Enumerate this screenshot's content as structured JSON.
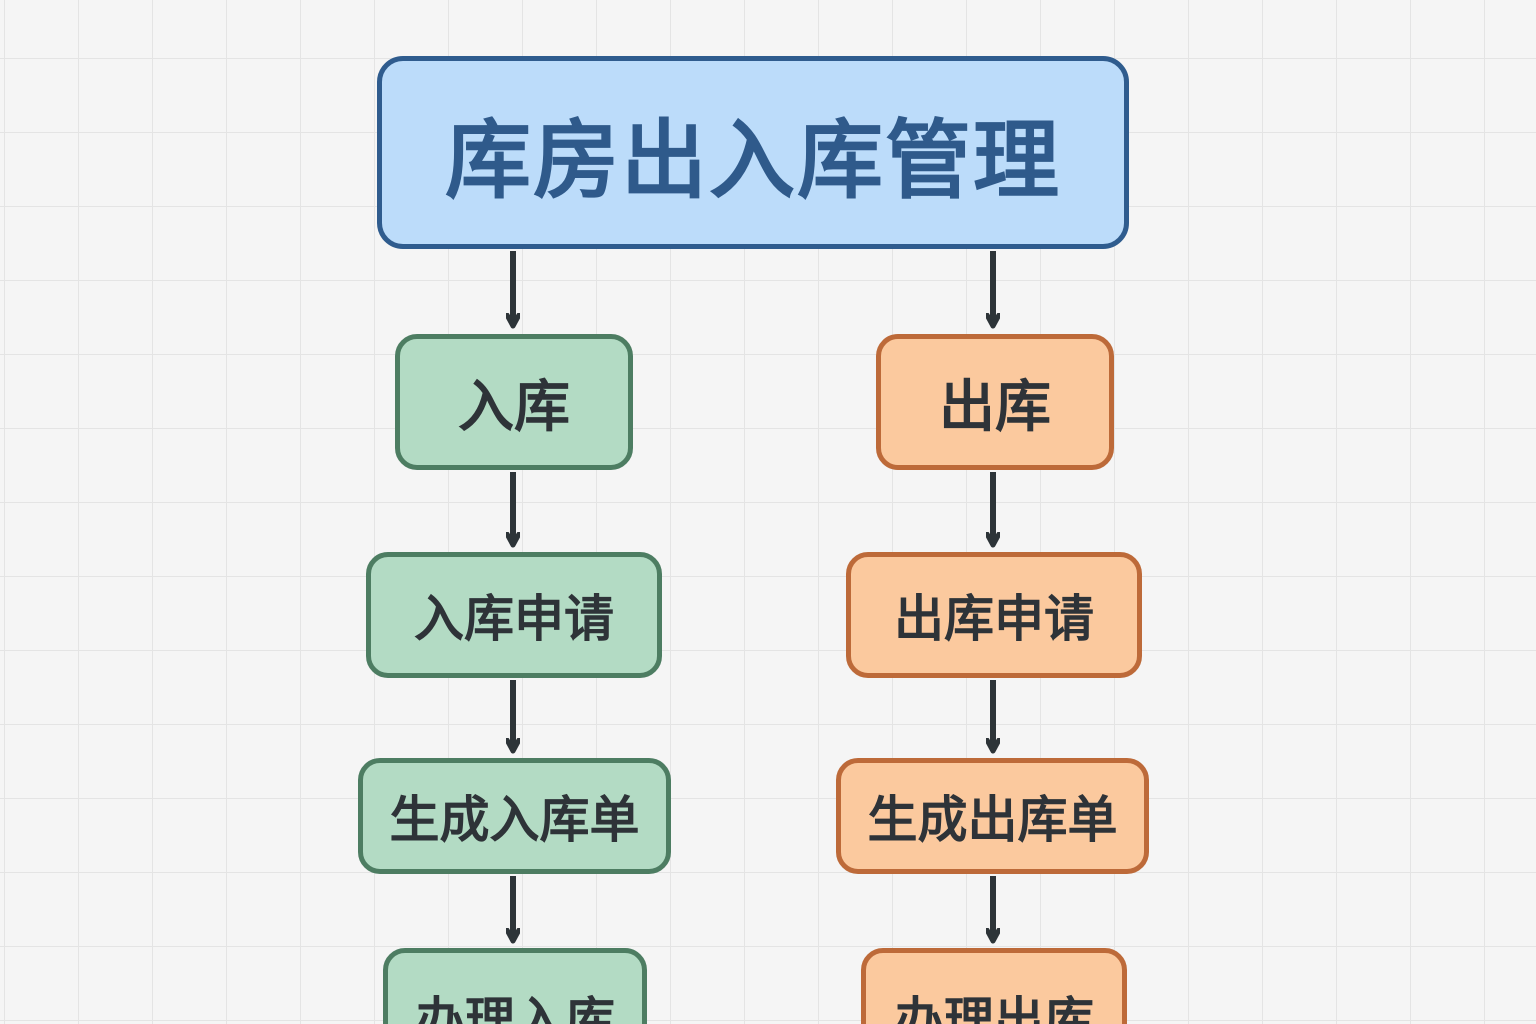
{
  "title": "库房出入库管理",
  "inbound": {
    "head": "入库",
    "steps": [
      "入库申请",
      "生成入库单",
      "办理入库"
    ]
  },
  "outbound": {
    "head": "出库",
    "steps": [
      "出库申请",
      "生成出库单",
      "办理出库"
    ]
  },
  "colors": {
    "root_fill": "#bcdcfa",
    "root_border": "#2f5c8e",
    "root_text": "#2f5a8b",
    "inbound_fill": "#b3dbc4",
    "inbound_border": "#4d7d62",
    "outbound_fill": "#fbc99e",
    "outbound_border": "#bd6a39",
    "arrow": "#2d3438",
    "text": "#2e3338"
  }
}
